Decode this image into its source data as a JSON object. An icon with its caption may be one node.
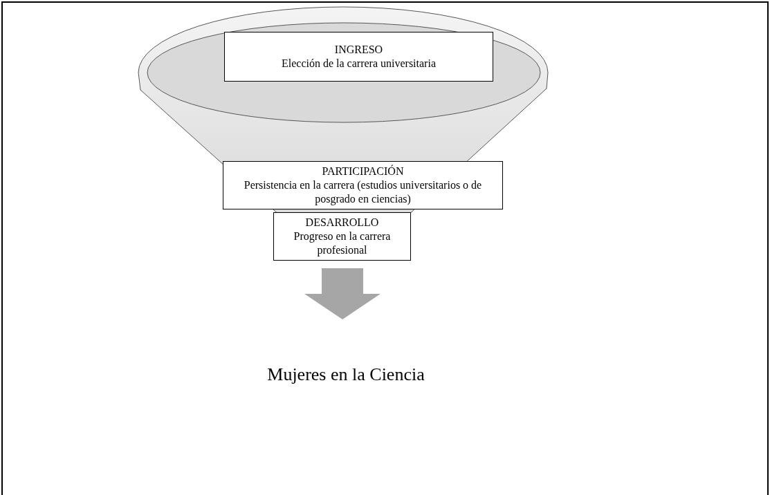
{
  "diagram": {
    "nodes": [
      {
        "text": [],
        "shape": "funnel"
      },
      {
        "text": [
          "INGRESO",
          "Elección de la carrera universitaria"
        ],
        "in": 0
      },
      {
        "text": [
          "PARTICIPACIÓN",
          "Persistencia en la carrera (estudios universitarios o de posgrado en ciencias)"
        ],
        "in": 0
      },
      {
        "text": [
          "DESARROLLO",
          "Progreso en la carrera profesional"
        ]
      },
      {
        "text": [
          "Mujeres en la Ciencia"
        ]
      }
    ],
    "edges": [
      {
        "from": 0,
        "to": 4,
        "arrow": "to",
        "style": "thick"
      }
    ]
  }
}
